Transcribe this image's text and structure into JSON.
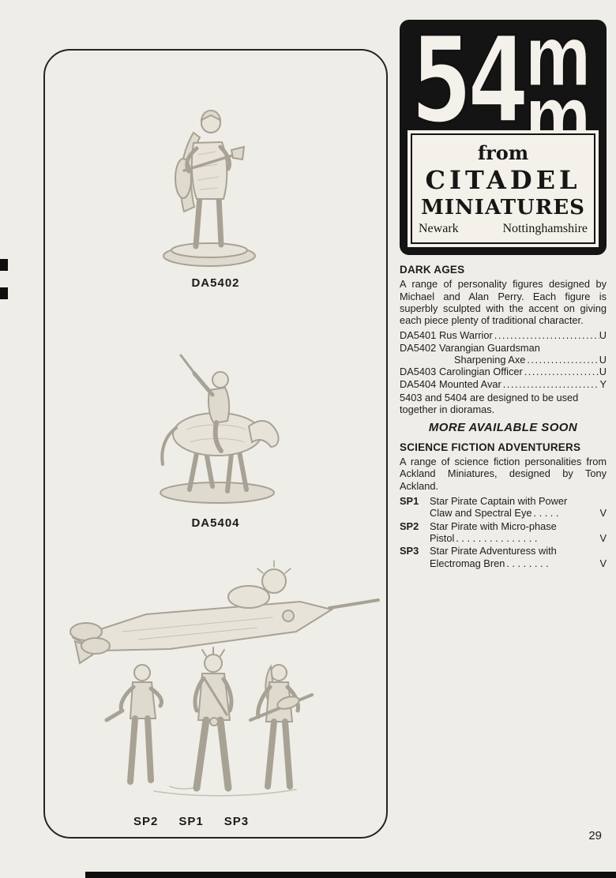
{
  "page": {
    "number": "29"
  },
  "colors": {
    "paper": "#efede7",
    "ink": "#1d1d1d",
    "badge_bg": "#141414"
  },
  "badge": {
    "size": "54",
    "unit_top": "m",
    "unit_bottom": "m",
    "from_label": "from",
    "brand_line1": "CITADEL",
    "brand_line2": "MINIATURES",
    "town": "Newark",
    "county": "Nottinghamshire"
  },
  "figures": {
    "da5402_caption": "DA5402",
    "da5404_caption": "DA5404",
    "sp_captions": [
      "SP2",
      "SP1",
      "SP3"
    ]
  },
  "dark_ages": {
    "title": "DARK AGES",
    "intro": "A range of personality figures designed by Michael and Alan Perry. Each figure is superbly sculpted with the accent on giving each piece plenty of traditional character.",
    "items": [
      {
        "code": "DA5401",
        "name": "Rus Warrior",
        "dots": "................................",
        "price": "U"
      },
      {
        "code": "DA5402",
        "name": "Varangian Guardsman",
        "name2": "Sharpening Axe",
        "dots": "........................",
        "price": "U"
      },
      {
        "code": "DA5403",
        "name": "Carolingian Officer",
        "dots": "....................",
        "price": "U"
      },
      {
        "code": "DA5404",
        "name": "Mounted Avar",
        "dots": "............................",
        "price": "Y"
      }
    ],
    "note": "5403 and 5404 are designed to be used together in dioramas.",
    "more": "MORE AVAILABLE SOON"
  },
  "sci_fi": {
    "title": "SCIENCE FICTION ADVENTURERS",
    "intro": "A range of science fiction personalities from Ackland Miniatures, designed by Tony Ackland.",
    "items": [
      {
        "code": "SP1",
        "line1": "Star Pirate Captain with Power",
        "line2": "Claw and Spectral Eye",
        "dots": ". . . . .",
        "price": "V"
      },
      {
        "code": "SP2",
        "line1": "Star Pirate with Micro-phase",
        "line2": "Pistol",
        "dots": ". . . . . . . . . . . . . . .",
        "price": "V"
      },
      {
        "code": "SP3",
        "line1": "Star Pirate Adventuress with",
        "line2": "Electromag Bren",
        "dots": ". . . . . . . .",
        "price": "V"
      }
    ]
  }
}
